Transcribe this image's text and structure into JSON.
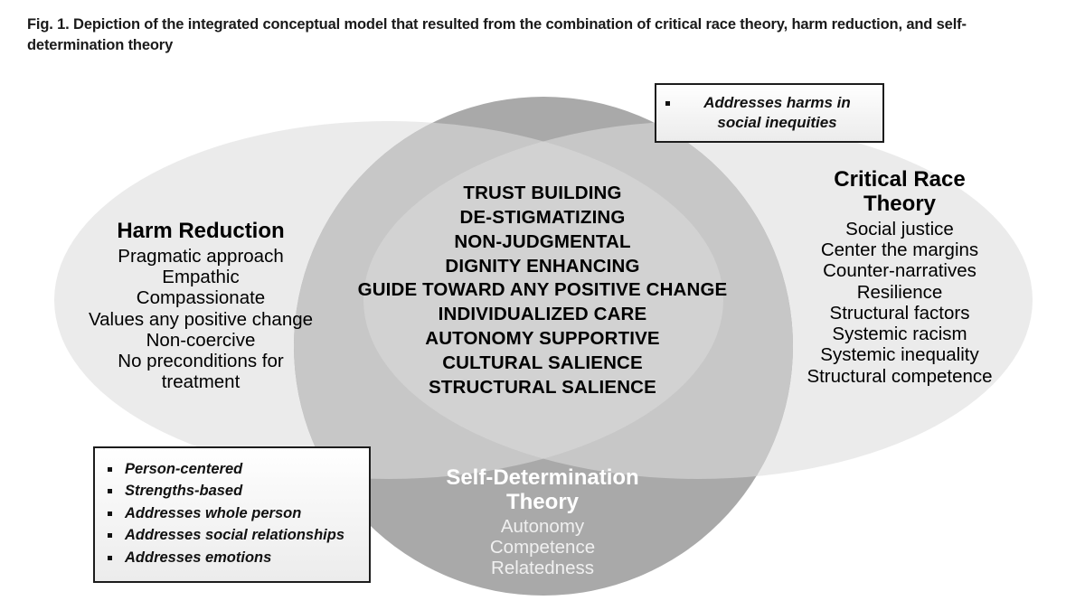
{
  "figure": {
    "caption": "Fig. 1. Depiction of the integrated conceptual model that resulted from the combination of critical race theory, harm reduction, and self-determination theory"
  },
  "colors": {
    "harm_reduction_fill": "#ebebeb",
    "critical_race_theory_fill": "#ebebeb",
    "self_determination_fill": "#a9a9a9",
    "overlap_mid": "#c8c8c8",
    "overlap_light_lens": "#d3d3d3",
    "callout_border": "#1c1c1c",
    "callout_fill": "#f4f4f4",
    "text_dark": "#000000",
    "text_light": "#ffffff"
  },
  "venn": {
    "harm_reduction": {
      "title": "Harm Reduction",
      "items": [
        "Pragmatic approach",
        "Empathic",
        "Compassionate",
        "Values any positive change",
        "Non-coercive",
        "No preconditions for",
        "treatment"
      ]
    },
    "critical_race_theory": {
      "title_line1": "Critical Race",
      "title_line2": "Theory",
      "items": [
        "Social justice",
        "Center the margins",
        "Counter-narratives",
        "Resilience",
        "Structural factors",
        "Systemic racism",
        "Systemic inequality",
        "Structural competence"
      ]
    },
    "self_determination_theory": {
      "title_line1": "Self-Determination",
      "title_line2": "Theory",
      "items": [
        "Autonomy",
        "Competence",
        "Relatedness"
      ]
    },
    "shared_core": {
      "items": [
        "TRUST BUILDING",
        "DE-STIGMATIZING",
        "NON-JUDGMENTAL",
        "DIGNITY ENHANCING",
        "GUIDE TOWARD ANY POSITIVE CHANGE",
        "INDIVIDUALIZED CARE",
        "AUTONOMY SUPPORTIVE",
        "CULTURAL SALIENCE",
        "STRUCTURAL SALIENCE"
      ]
    }
  },
  "callouts": {
    "social_inequities": {
      "items": [
        "Addresses harms in social inequities"
      ]
    },
    "core_principles": {
      "items": [
        "Person-centered",
        "Strengths-based",
        "Addresses whole person",
        "Addresses social relationships",
        "Addresses emotions"
      ]
    }
  }
}
